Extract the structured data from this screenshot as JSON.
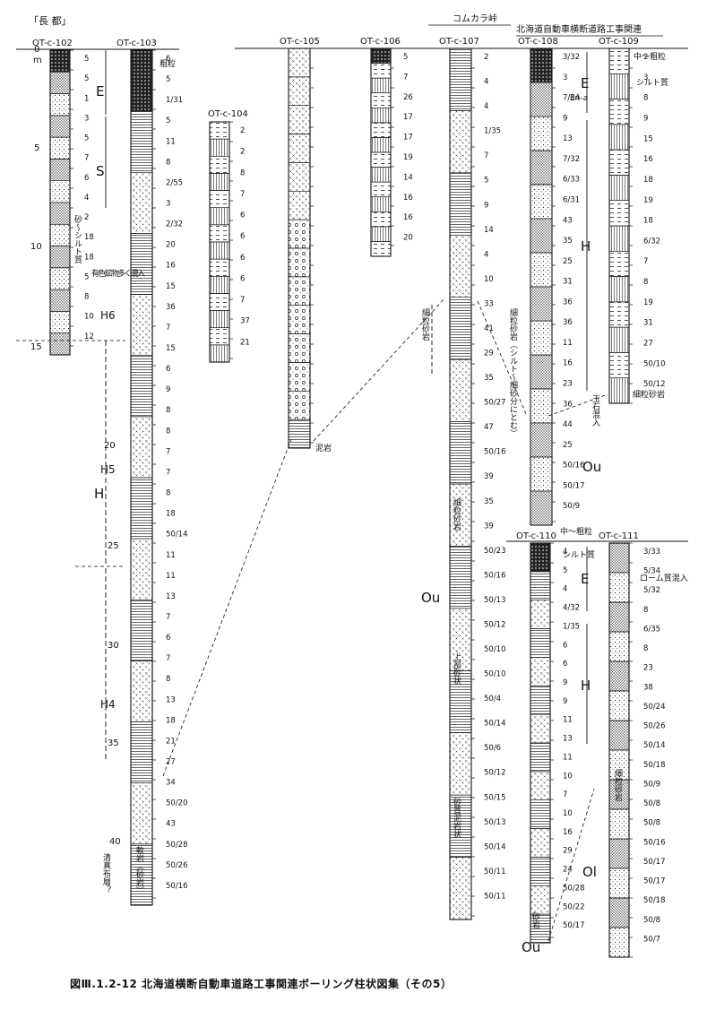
{
  "header": {
    "left_label": "「長 都」",
    "center_label": "コムカラ峠",
    "right_label": "北海道自動車横断道路工事関連"
  },
  "caption": "図Ⅲ.1.2-12 北海道横断自動車道路工事関連ボーリング柱状図集（その5）",
  "axis": {
    "zero": "0",
    "unit": "m",
    "labels": [
      "5",
      "10",
      "15",
      "20",
      "25",
      "30",
      "35",
      "40"
    ]
  },
  "boreholes": [
    {
      "name": "OT-c-102",
      "n_values": [
        "5",
        "5",
        "1",
        "3",
        "5",
        "7",
        "6",
        "4",
        "2",
        "18",
        "18",
        "5",
        "8",
        "10",
        "12"
      ]
    },
    {
      "name": "OT-c-103",
      "n_values": [
        "6",
        "5",
        "1/31",
        "5",
        "11",
        "8",
        "2/55",
        "3",
        "2/32",
        "20",
        "16",
        "15",
        "36",
        "7",
        "15",
        "6",
        "9",
        "8",
        "8",
        "7",
        "7",
        "8",
        "18",
        "50/14",
        "11",
        "11",
        "13",
        "7",
        "6",
        "7",
        "8",
        "13",
        "18",
        "21",
        "27",
        "34",
        "50/20",
        "43",
        "50/28",
        "50/26",
        "50/16"
      ]
    },
    {
      "name": "OT-c-104",
      "n_values": [
        "2",
        "2",
        "8",
        "7",
        "6",
        "6",
        "6",
        "6",
        "7",
        "37",
        "21"
      ]
    },
    {
      "name": "OT-c-105",
      "n_values": []
    },
    {
      "name": "OT-c-106",
      "n_values": [
        "5",
        "7",
        "26",
        "17",
        "17",
        "19",
        "14",
        "16",
        "16",
        "20"
      ]
    },
    {
      "name": "OT-c-107",
      "n_values": [
        "2",
        "4",
        "4",
        "1/35",
        "7",
        "5",
        "9",
        "14",
        "4",
        "10",
        "33",
        "41",
        "29",
        "35",
        "50/27",
        "47",
        "50/16",
        "39",
        "35",
        "39",
        "50/23",
        "50/16",
        "50/13",
        "50/12",
        "50/10",
        "50/10",
        "50/4",
        "50/14",
        "50/6",
        "50/12",
        "50/15",
        "50/13",
        "50/14",
        "50/11",
        "50/11"
      ]
    },
    {
      "name": "OT-c-108",
      "n_values": [
        "3/32",
        "3",
        "7/34",
        "9",
        "13",
        "7/32",
        "6/33",
        "6/31",
        "43",
        "35",
        "25",
        "31",
        "36",
        "36",
        "11",
        "16",
        "23",
        "36",
        "44",
        "25",
        "50/16",
        "50/17",
        "50/9"
      ]
    },
    {
      "name": "OT-c-109",
      "n_values": [
        "2",
        "3",
        "8",
        "9",
        "15",
        "16",
        "18",
        "19",
        "18",
        "6/32",
        "7",
        "8",
        "19",
        "31",
        "27",
        "50/10",
        "50/12"
      ]
    },
    {
      "name": "OT-c-110",
      "n_values": [
        "4",
        "5",
        "4",
        "4/32",
        "1/35",
        "6",
        "6",
        "9",
        "9",
        "11",
        "13",
        "11",
        "10",
        "7",
        "10",
        "16",
        "29",
        "24",
        "50/28",
        "50/22",
        "50/17"
      ]
    },
    {
      "name": "OT-c-111",
      "n_values": [
        "3/33",
        "5/34",
        "5/32",
        "8",
        "6/35",
        "8",
        "23",
        "38",
        "50/24",
        "50/26",
        "50/14",
        "50/18",
        "50/9",
        "50/8",
        "50/8",
        "50/16",
        "50/17",
        "50/17",
        "50/18",
        "50/8",
        "50/7"
      ]
    }
  ],
  "unit_labels": {
    "E1": "E",
    "S": "S",
    "H6": "H6",
    "H": "H",
    "H5": "H5",
    "H4": "H4",
    "E2": "E",
    "En_a": "En-a",
    "H2": "H",
    "Ou1": "Ou",
    "E3": "E",
    "H3": "H",
    "Ou2": "Ou",
    "Ou3": "Ou",
    "Ol": "Ol"
  },
  "annotations": {
    "coarse": "粗粒",
    "sand_silt": "砂〜シルト質",
    "colored_minerals": "有色鉱物多く混入",
    "kiyomappu": "清真布層？",
    "mudstone": "泥岩",
    "fine_sandstone_107": "細粒砂岩",
    "med_coarse_109": "中〜粗粒",
    "silty_109": "シルト質",
    "fine_sandstone_109": "細粒砂岩",
    "gravel_mixed": "玉石混入",
    "fine_sandstone_108": "細粒砂岩（シルト〜細砂分にとむ）",
    "med_coarse_110": "中〜粗粒",
    "silty_110": "シルト質",
    "loam_mixed": "ローム質混入",
    "col103_inner": "軟岩（砂岩）",
    "col107_inner1": "細粒砂岩",
    "col107_inner2": "上部砂状",
    "col107_inner3": "砂質泥岩状",
    "col110_inner": "砂岩",
    "col111_inner": "細粒砂岩"
  }
}
